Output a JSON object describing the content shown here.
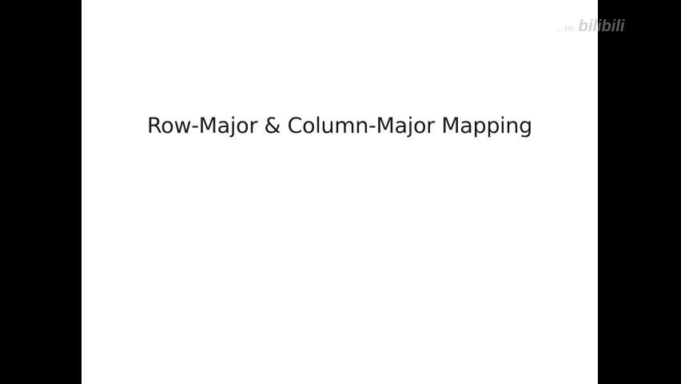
{
  "slide": {
    "title": "Row-Major & Column-Major Mapping"
  },
  "watermark": {
    "uploader": "...ro",
    "logo": "bilibili"
  }
}
